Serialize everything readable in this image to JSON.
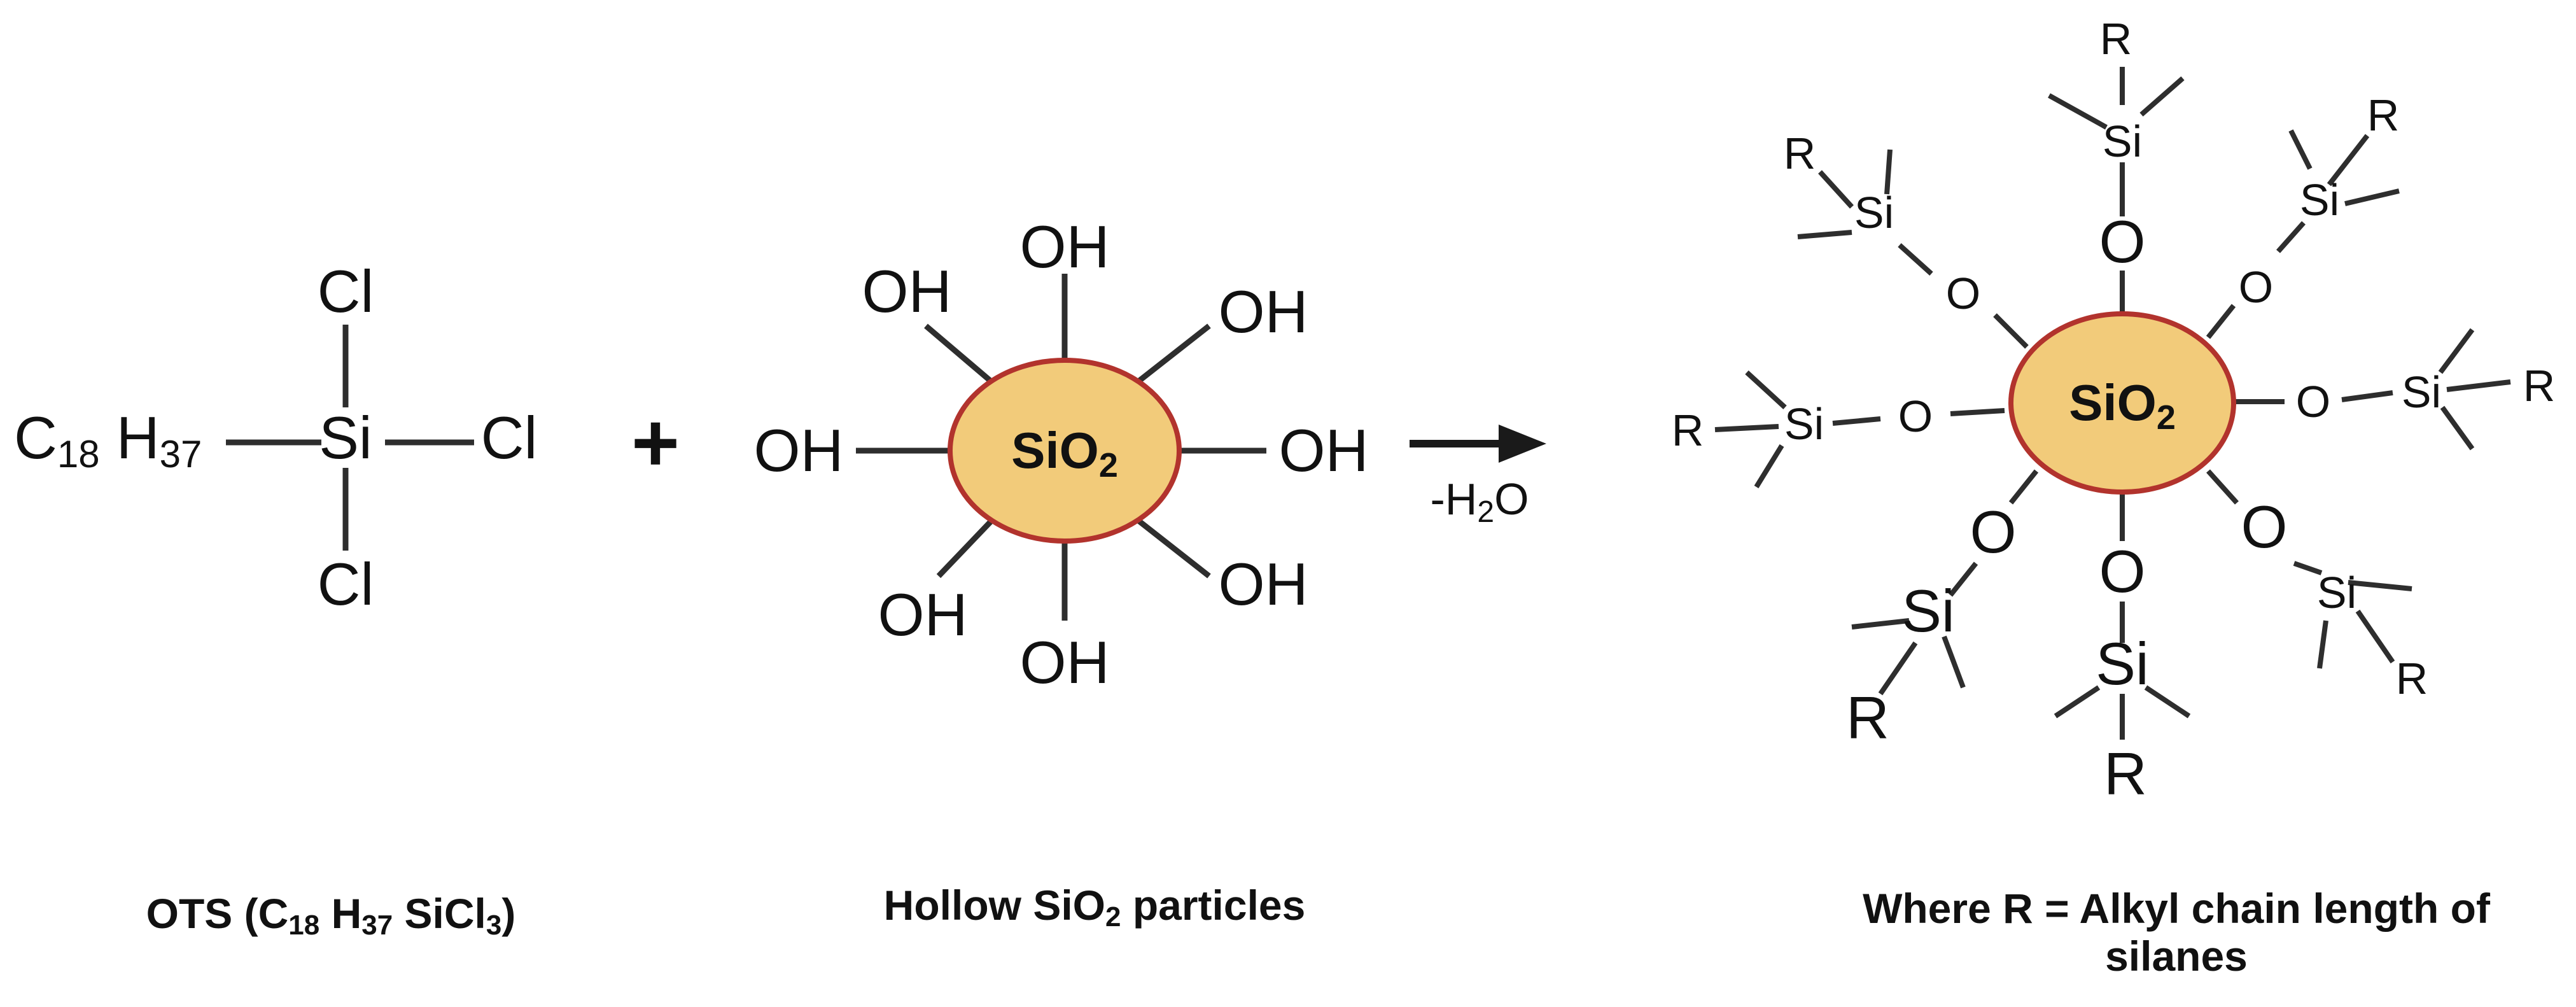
{
  "ots": {
    "prefix": "C",
    "prefix_sub": "18",
    "h": " H",
    "h_sub": "37",
    "si": "Si",
    "cl": "Cl"
  },
  "plus": "+",
  "particle": {
    "oh": "OH",
    "core_main": "SiO",
    "core_sub": "2",
    "colors": {
      "fill": "#f2cb7a",
      "stroke": "#b2332d"
    }
  },
  "arrow": {
    "label_pre": "-H",
    "label_sub": "2",
    "label_post": "O"
  },
  "product": {
    "o": "O",
    "si": "Si",
    "r": "R",
    "core_main": "SiO",
    "core_sub": "2"
  },
  "captions": {
    "left": {
      "a": "OTS (C",
      "b": "18",
      "c": " H",
      "d": "37",
      "e": " SiCl",
      "f": "3",
      "g": ")"
    },
    "middle": {
      "a": "Hollow SiO",
      "b": "2",
      "c": " particles"
    },
    "right": {
      "line1": "Where R = Alkyl chain length of",
      "line2": "silanes"
    }
  }
}
